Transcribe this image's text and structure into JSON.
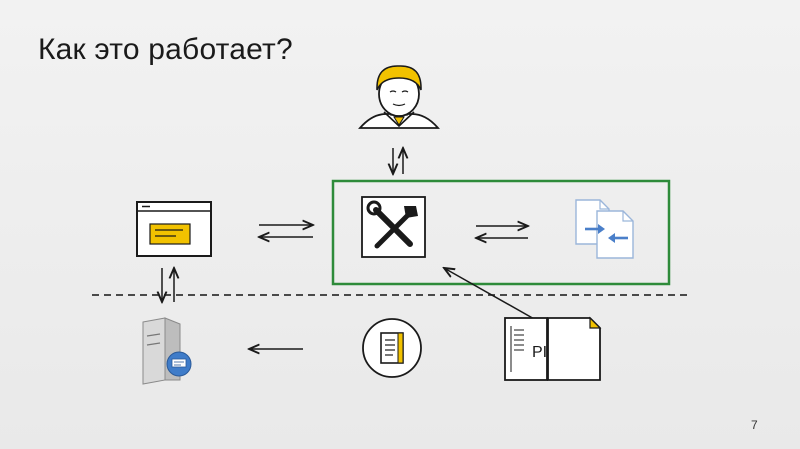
{
  "slide": {
    "title": "Как это работает?",
    "page_number": "7"
  },
  "nodes": {
    "user": {
      "icon": "person-icon"
    },
    "browser": {
      "icon": "browser-window-icon"
    },
    "tools": {
      "icon": "wrench-hammer-icon"
    },
    "documents": {
      "icon": "document-compare-icon"
    },
    "server": {
      "icon": "server-icon"
    },
    "notebook": {
      "icon": "notebook-icon"
    },
    "paper_stack": {
      "icon": "paper-documents-icon",
      "label": "PI"
    }
  },
  "colors": {
    "highlight_box": "#2e8b3a",
    "accent_yellow": "#f2c200",
    "arrow": "#1a1a1a",
    "doc_blue": "#4a7fc9"
  }
}
